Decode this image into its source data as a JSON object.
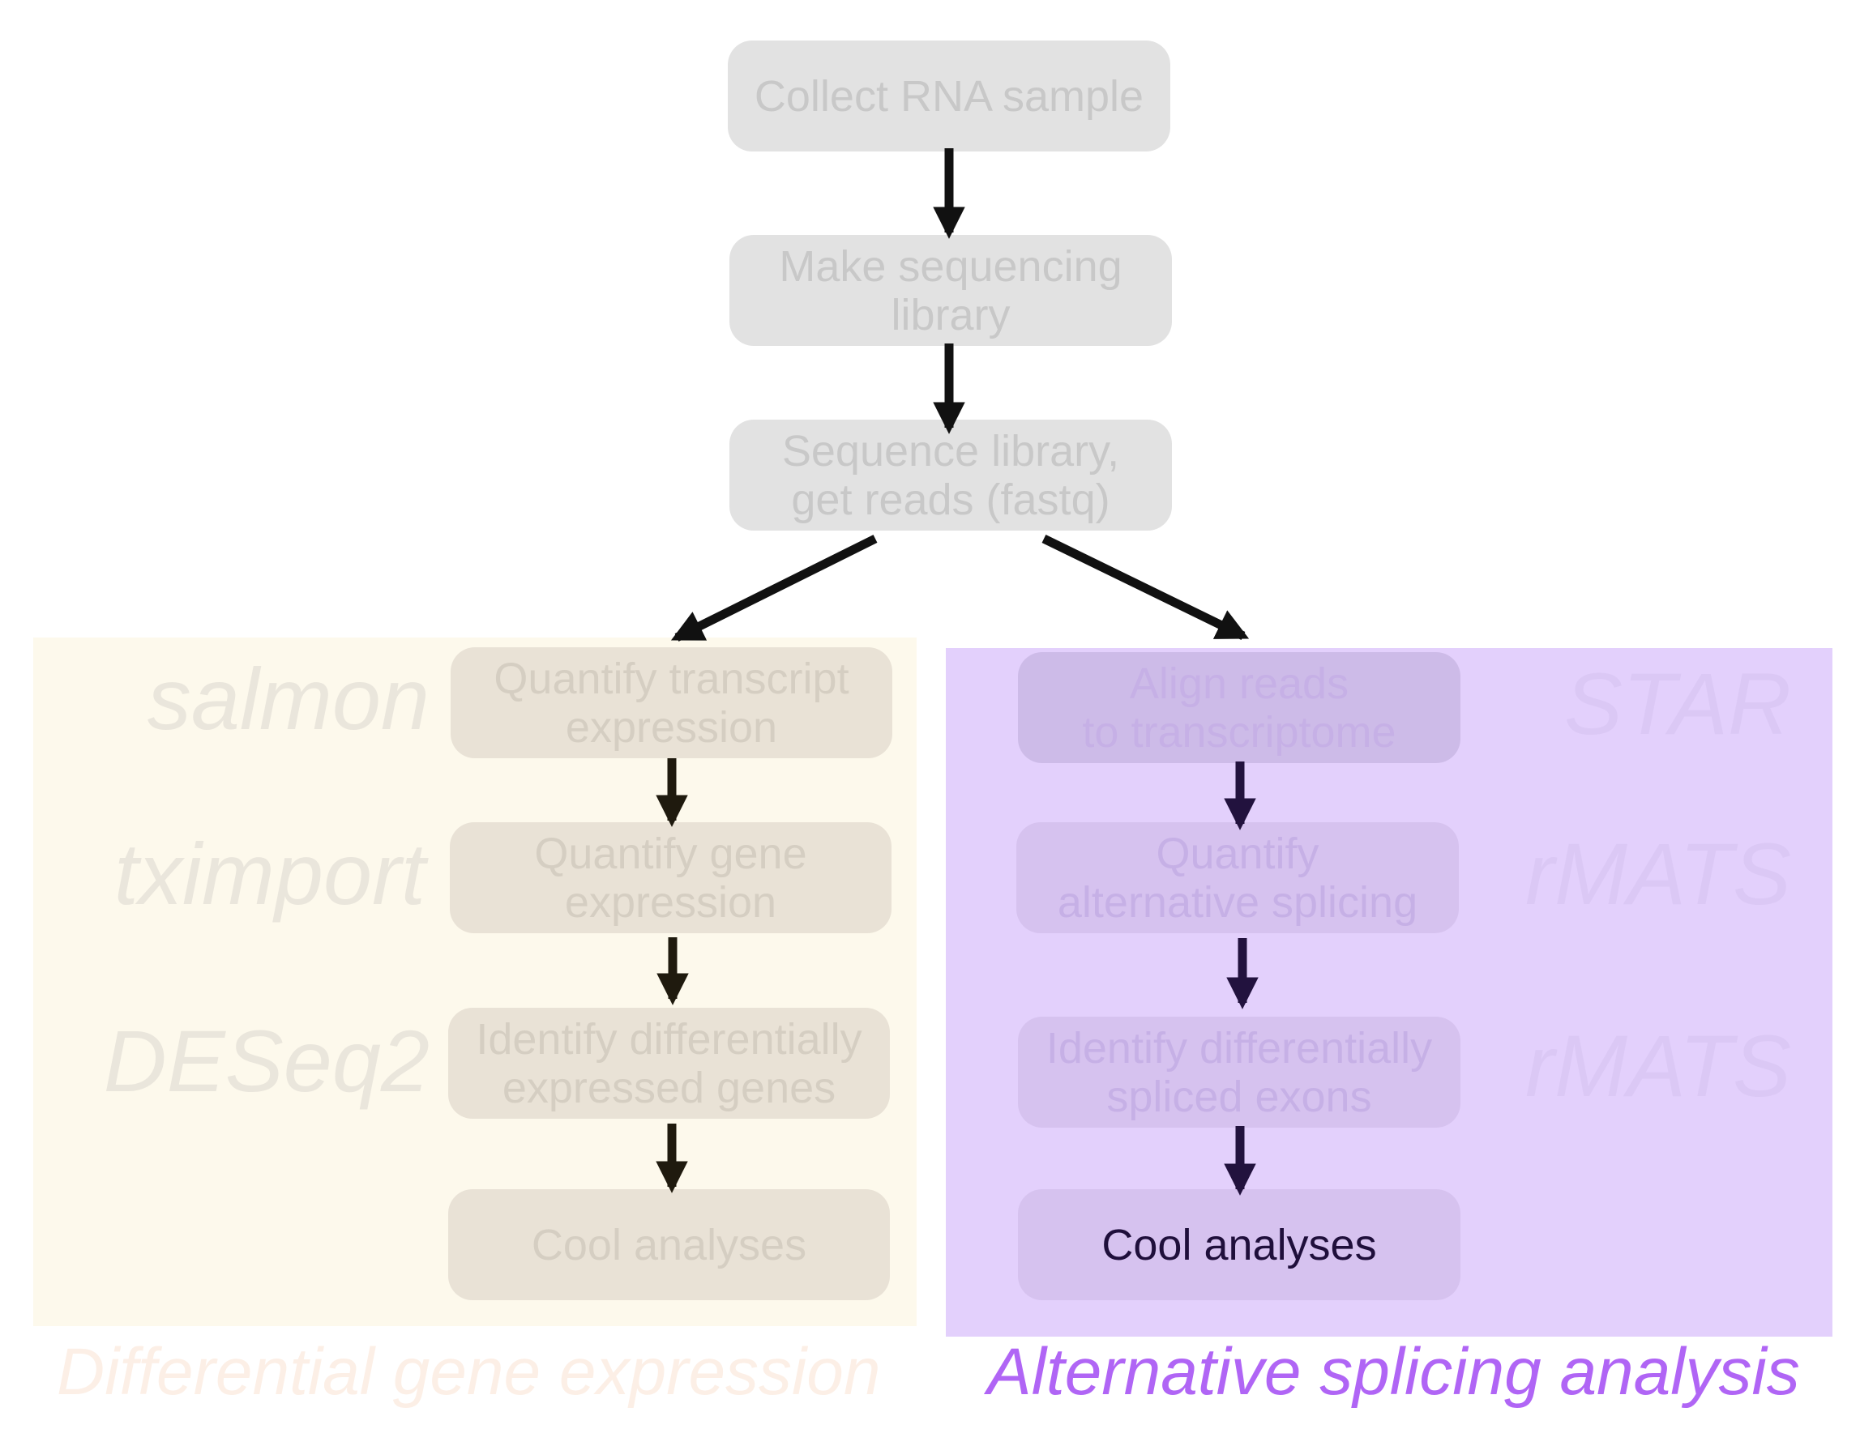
{
  "workflow": {
    "collect": "Collect RNA sample",
    "library": "Make sequencing\nlibrary",
    "sequence": "Sequence library,\nget reads (fastq)"
  },
  "left": {
    "caption": "Differential gene expression",
    "steps": [
      "Quantify transcript\nexpression",
      "Quantify gene\nexpression",
      "Identify differentially\nexpressed genes",
      "Cool analyses"
    ],
    "tools": [
      "salmon",
      "tximport",
      "DESeq2"
    ]
  },
  "right": {
    "caption": "Alternative splicing analysis",
    "steps": [
      "Align reads\nto transcriptome",
      "Quantify\nalternative splicing",
      "Identify differentially\nspliced exons",
      "Cool analyses"
    ],
    "tools": [
      "STAR",
      "rMATS",
      "rMATS"
    ]
  },
  "colors": {
    "left_panel": "#fdf9ec",
    "right_panel": "#e3d0fc",
    "right_caption": "#b065f5",
    "arrow_dark": "#111111",
    "arrow_left": "#1f1a0e",
    "arrow_right": "#22123e"
  }
}
